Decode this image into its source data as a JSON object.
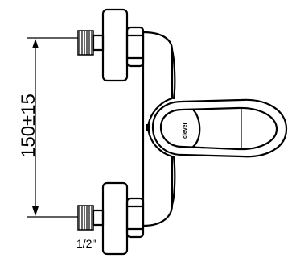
{
  "dimension_label": "150±15",
  "thread_label": "1/2\"",
  "brand_label": "clever"
}
